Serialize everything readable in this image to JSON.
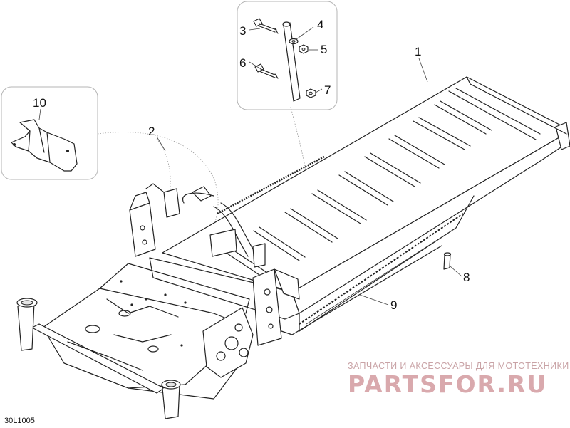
{
  "diagram": {
    "drawing_code": "30L1005",
    "callouts": [
      "1",
      "2",
      "3",
      "4",
      "5",
      "6",
      "7",
      "8",
      "9",
      "10"
    ],
    "watermark": {
      "tagline": "ЗАПЧАСТИ И АКСЕССУАРЫ ДЛЯ МОТОТЕХНИКИ",
      "logo": "PARTSFOR.RU"
    },
    "colors": {
      "line": "#222222",
      "watermark": "#d9a9ad",
      "box_border": "#b5b5b5"
    }
  }
}
